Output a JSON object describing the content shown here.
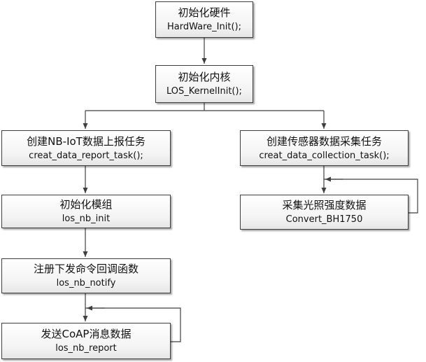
{
  "diagram": {
    "nodes": {
      "init_hw": {
        "title": "初始化硬件",
        "code": "HardWare_Init();"
      },
      "init_kernel": {
        "title": "初始化内核",
        "code": "LOS_KernelInit();"
      },
      "create_report": {
        "title": "创建NB-IoT数据上报任务",
        "code": "creat_data_report_task();"
      },
      "create_collect": {
        "title": "创建传感器数据采集任务",
        "code": "creat_data_collection_task();"
      },
      "init_module": {
        "title": "初始化模组",
        "code": "los_nb_init"
      },
      "register_cb": {
        "title": "注册下发命令回调函数",
        "code": "los_nb_notify"
      },
      "send_coap": {
        "title": "发送CoAP消息数据",
        "code": "los_nb_report"
      },
      "collect_light": {
        "title": "采集光照强度数据",
        "code": "Convert_BH1750"
      }
    },
    "line_color": "#3f3f3f"
  }
}
